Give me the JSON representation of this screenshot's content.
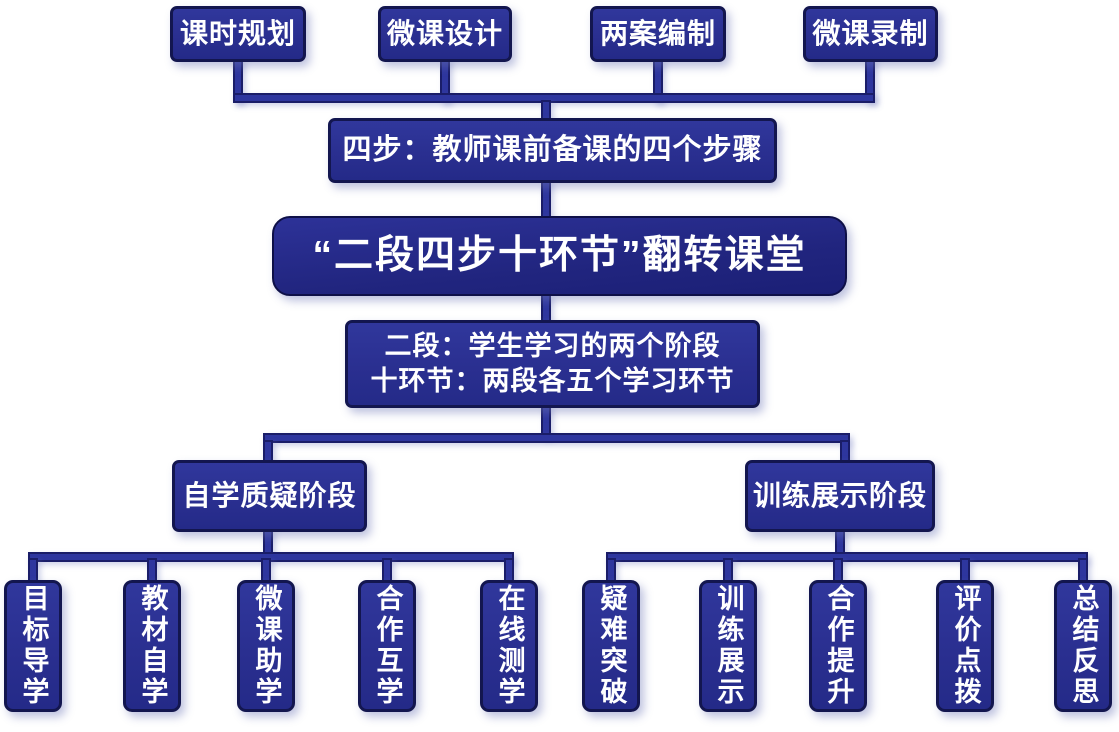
{
  "diagram": {
    "center_title": "“二段四步十环节”翻转课堂",
    "prep_summary": "四步：教师课前备课的四个步骤",
    "learning_summary_line1": "二段：学生学习的两个阶段",
    "learning_summary_line2": "十环节：两段各五个学习环节",
    "prep_steps": [
      "课时规划",
      "微课设计",
      "两案编制",
      "微课录制"
    ],
    "stages": [
      {
        "label": "自学质疑阶段",
        "children": [
          "目标导学",
          "教材自学",
          "微课助学",
          "合作互学",
          "在线测学"
        ]
      },
      {
        "label": "训练展示阶段",
        "children": [
          "疑难突破",
          "训练展示",
          "合作提升",
          "评价点拨",
          "总结反思"
        ]
      }
    ],
    "colors": {
      "box_fill": "#2a2f90",
      "box_border": "#13164f",
      "connector": "#2e369e",
      "text": "#ffffff",
      "background": "#ffffff"
    }
  }
}
